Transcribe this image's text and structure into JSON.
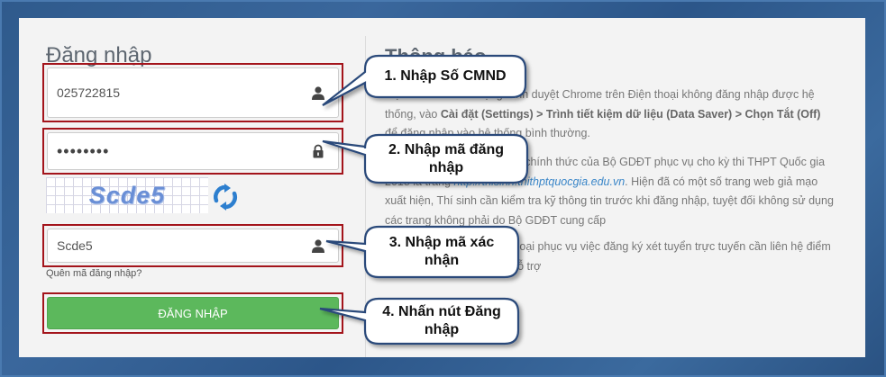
{
  "login": {
    "title": "Đăng nhập",
    "id_number": {
      "value": "025722815",
      "icon": "user-icon"
    },
    "password": {
      "value": "••••••••",
      "icon": "lock-icon"
    },
    "captcha": {
      "image_text": "Scde5",
      "refresh_icon": "refresh-icon"
    },
    "captcha_input": {
      "value": "Scde5",
      "icon": "user-icon"
    },
    "forgot_link": "Quên mã đăng nhập?",
    "submit_label": "ĐĂNG NHẬP"
  },
  "notice": {
    "title": "Thông báo",
    "p1": {
      "prefix": "Một số thí sinh sử dụng trình duyệt Chrome trên Điện thoại không đăng nhập được hệ thống, vào ",
      "bold": "Cài đặt (Settings) > Trình tiết kiệm dữ liệu (Data Saver) > Chọn Tắt (Off)",
      "suffix": " để đăng nhập vào hệ thống bình thường."
    },
    "p2": {
      "prefix": "Trang thông tin duy nhất và chính thức của Bộ GDĐT phục vụ cho kỳ thi THPT Quốc gia 2018 là trang ",
      "link": "http://thisinh.thithptquocgia.edu.vn",
      "suffix": ". Hiện đã có một số trang web giả mạo xuất hiện, Thí sinh cần kiểm tra kỹ thông tin trước khi đăng nhập, tuyệt đối không sử dụng các trang không phải do Bộ GDĐT cung cấp"
    },
    "p3": "Thí sinh thay đổi số điện thoại phục vụ việc đăng ký xét tuyển trực tuyến cần liên hệ điểm thu nhận Hồ sơ để được hỗ trợ"
  },
  "callouts": [
    {
      "label": "1. Nhập Số CMND"
    },
    {
      "label": "2. Nhập mã đăng nhập"
    },
    {
      "label": "3. Nhập mã xác nhận"
    },
    {
      "label": "4. Nhấn nút Đăng nhập"
    }
  ],
  "colors": {
    "highlight_border": "#a3141b",
    "submit_green": "#5cb85c",
    "link_blue": "#3a86c8",
    "callout_border": "#2a4a7a"
  }
}
